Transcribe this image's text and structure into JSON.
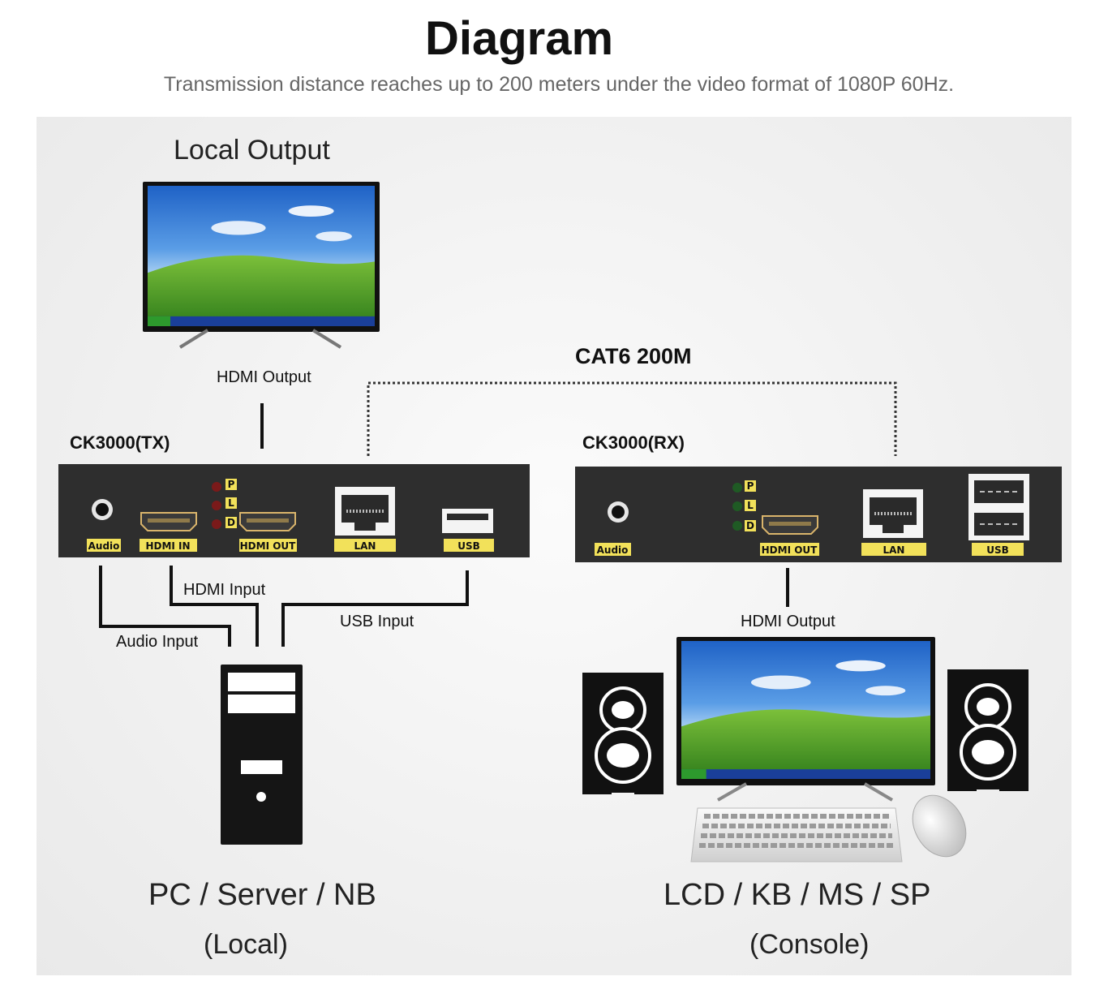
{
  "header": {
    "title": "Diagram",
    "subtitle": "Transmission distance reaches up to 200 meters under the video format of 1080P 60Hz."
  },
  "labels": {
    "local_output": "Local Output",
    "hdmi_output_top": "HDMI Output",
    "cable": "CAT6 200M",
    "tx_name": "CK3000(TX)",
    "rx_name": "CK3000(RX)",
    "hdmi_input": "HDMI Input",
    "usb_input": "USB Input",
    "audio_input": "Audio Input",
    "hdmi_output_rx": "HDMI Output",
    "pc_line1": "PC / Server / NB",
    "pc_line2": "(Local)",
    "console_line1": "LCD / KB / MS / SP",
    "console_line2": "(Console)"
  },
  "tx_ports": {
    "audio": "Audio",
    "hdmi_in": "HDMI IN",
    "hdmi_out": "HDMI OUT",
    "lan": "LAN",
    "usb": "USB"
  },
  "rx_ports": {
    "audio": "Audio",
    "hdmi_out": "HDMI OUT",
    "lan": "LAN",
    "usb": "USB"
  },
  "leds": {
    "p": "P",
    "l": "L",
    "d": "D"
  },
  "colors": {
    "label_yellow": "#f2e15a",
    "device_body": "#2e2e2e",
    "led_red": "#7a1a1a",
    "led_green": "#1f5a24"
  }
}
